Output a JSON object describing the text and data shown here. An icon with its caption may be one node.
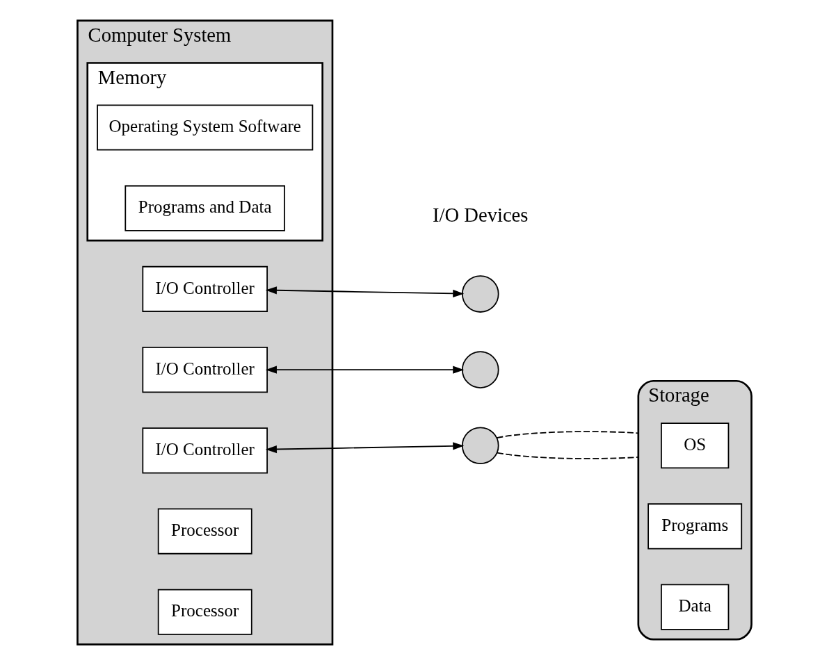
{
  "diagram": {
    "nodes": [
      {
        "text": [
          "Computer System"
        ]
      },
      {
        "text": [
          "Memory"
        ],
        "in": 0
      },
      {
        "text": [
          "Operating System Software"
        ],
        "in": 1
      },
      {
        "text": [
          "Programs and Data"
        ],
        "in": 1
      },
      {
        "text": [
          "I/O Controller"
        ],
        "in": 0
      },
      {
        "text": [
          "I/O Controller"
        ],
        "in": 0
      },
      {
        "text": [
          "I/O Controller"
        ],
        "in": 0
      },
      {
        "text": [
          "Processor"
        ],
        "in": 0
      },
      {
        "text": [
          "Processor"
        ],
        "in": 0
      },
      {
        "text": [],
        "shape": "circle"
      },
      {
        "text": [],
        "shape": "circle"
      },
      {
        "text": [],
        "shape": "circle"
      },
      {
        "text": [
          "Storage"
        ]
      },
      {
        "text": [
          "OS"
        ],
        "in": 12
      },
      {
        "text": [
          "Programs"
        ],
        "in": 12
      },
      {
        "text": [
          "Data"
        ],
        "in": 12
      }
    ],
    "edges": [
      {
        "from": 4,
        "to": 9,
        "arrow": "both"
      },
      {
        "from": 5,
        "to": 10,
        "arrow": "both"
      },
      {
        "from": 6,
        "to": 11,
        "arrow": "both"
      },
      {
        "from": 11,
        "to": 12,
        "arrow": "none",
        "style": "dashed"
      },
      {
        "from": 11,
        "to": 12,
        "arrow": "none",
        "style": "dashed"
      }
    ],
    "labels": [
      "I/O Devices"
    ]
  }
}
